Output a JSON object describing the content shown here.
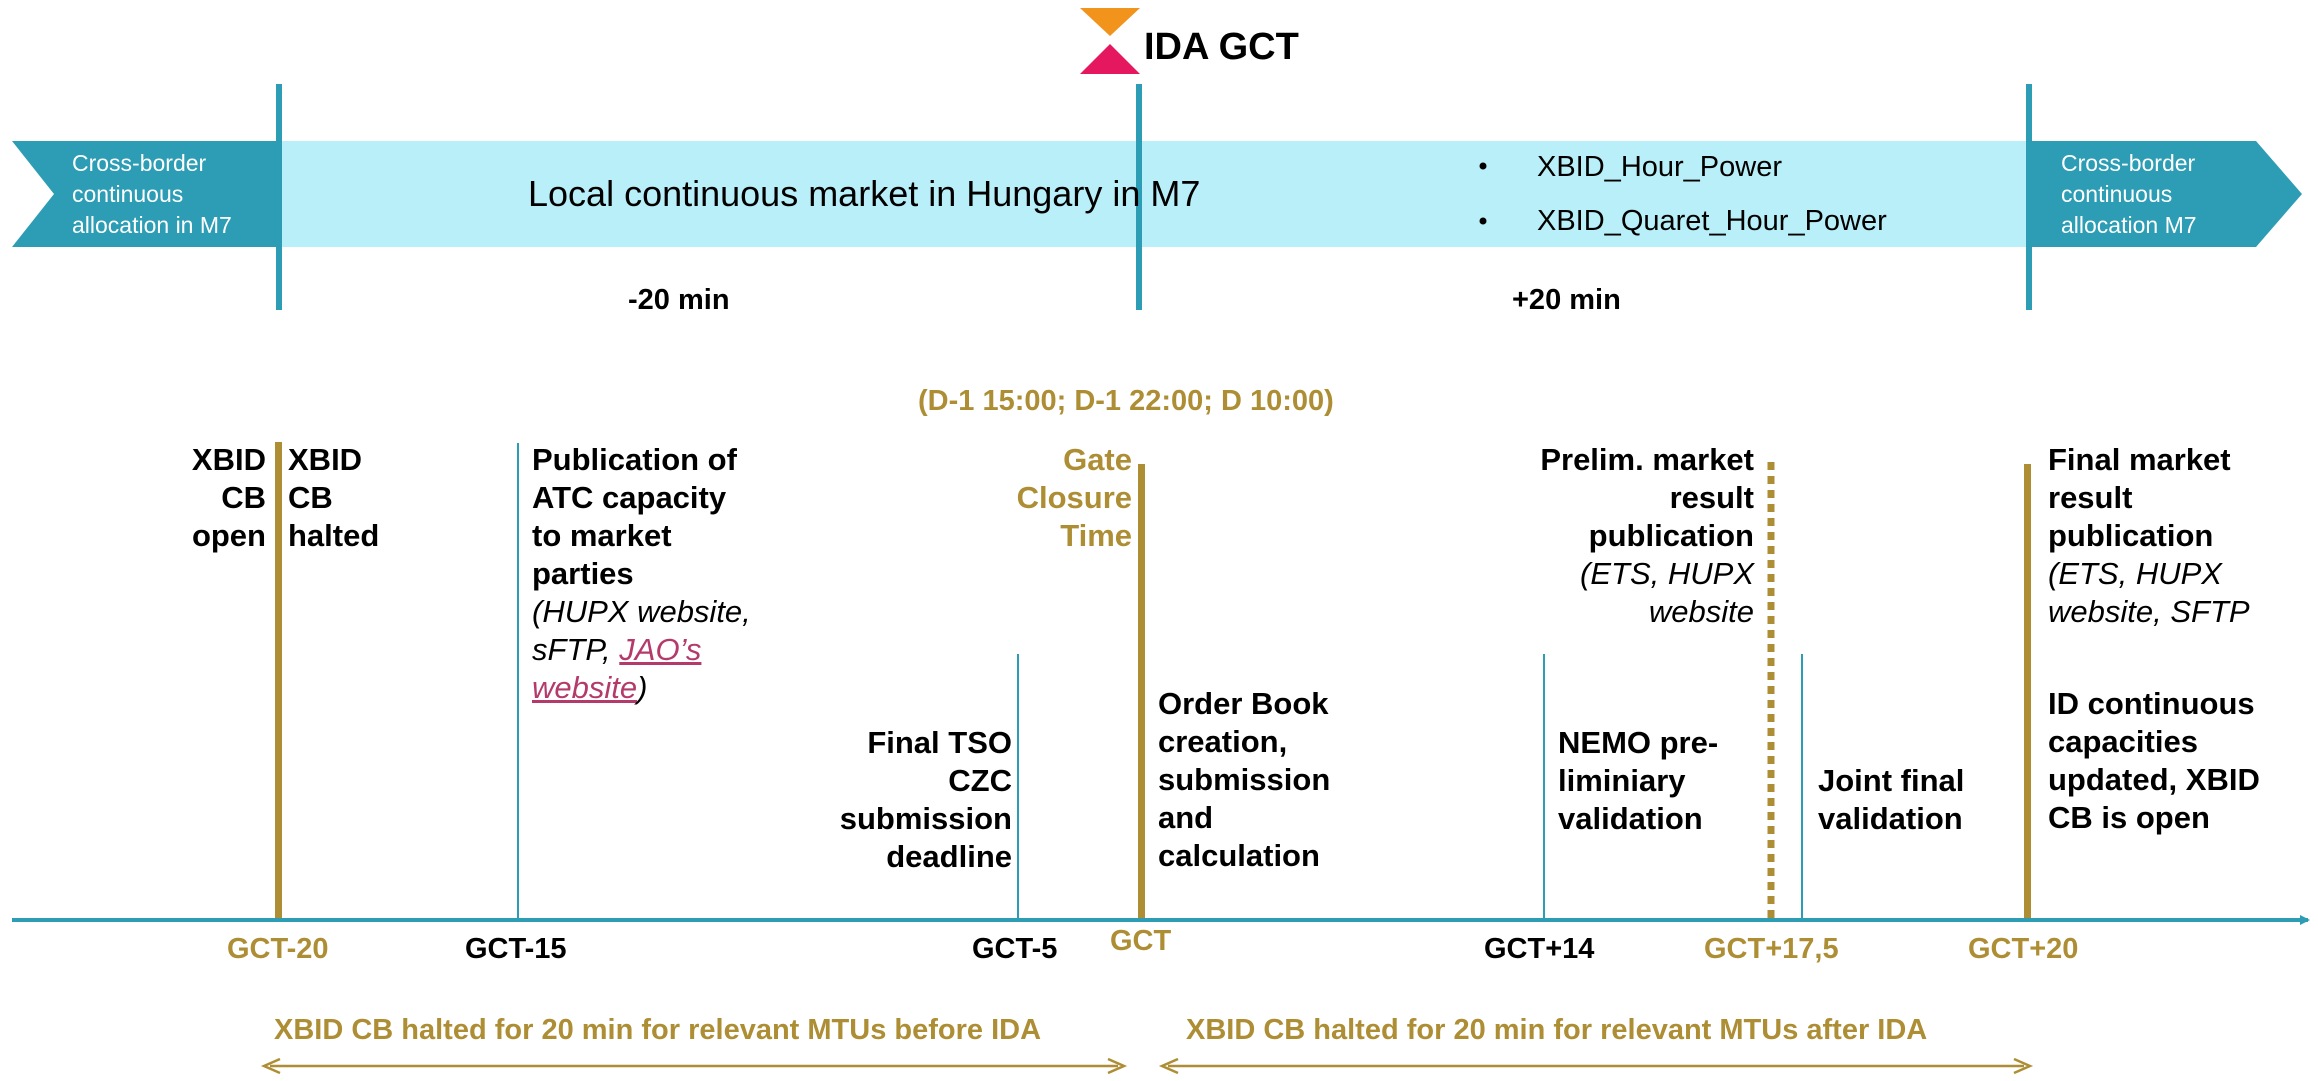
{
  "header": {
    "title": "IDA GCT"
  },
  "band": {
    "left_text": "Cross-border continuous allocation in M7",
    "center_text": "Local continuous market in Hungary in M7",
    "bullets": [
      "XBID_Hour_Power",
      "XBID_Quaret_Hour_Power"
    ],
    "right_text": "Cross-border continuous allocation M7"
  },
  "durations": {
    "before": "-20 min",
    "after": "+20 min"
  },
  "gct_times": "(D-1 15:00; D-1 22:00; D 10:00)",
  "labels": {
    "xbid_open": "XBID CB open",
    "xbid_halted": "XBID CB halted",
    "publication_title": "Publication of ATC capacity to market parties",
    "publication_sub": "(HUPX website, sFTP, ",
    "publication_link": "JAO’s website",
    "publication_close": ")",
    "final_tso": "Final TSO CZC submission deadline",
    "gate_closure": "Gate Closure Time",
    "order_book": "Order Book creation, submission and calculation",
    "prelim_title": "Prelim. market result publication",
    "prelim_sub": "(ETS, HUPX website",
    "nemo": "NEMO pre-liminiary validation",
    "joint": "Joint final validation",
    "final_title": "Final market result publication",
    "final_sub": "(ETS, HUPX website, SFTP",
    "id_continuous": "ID continuous capacities updated, XBID CB is open"
  },
  "ticks": {
    "gct_m20": "GCT-20",
    "gct_m15": "GCT-15",
    "gct_m5": "GCT-5",
    "gct": "GCT",
    "gct_p14": "GCT+14",
    "gct_p175": "GCT+17,5",
    "gct_p20": "GCT+20"
  },
  "spans": {
    "before": "XBID CB halted for 20 min for relevant MTUs before IDA",
    "after": "XBID CB halted for 20 min for relevant MTUs after IDA"
  },
  "colors": {
    "teal_dark": "#2c9db4",
    "band_light": "#b8eff8",
    "gold": "#ae8e34",
    "magenta": "#e5175f",
    "orange": "#f2941b",
    "link": "#b43a6b"
  }
}
